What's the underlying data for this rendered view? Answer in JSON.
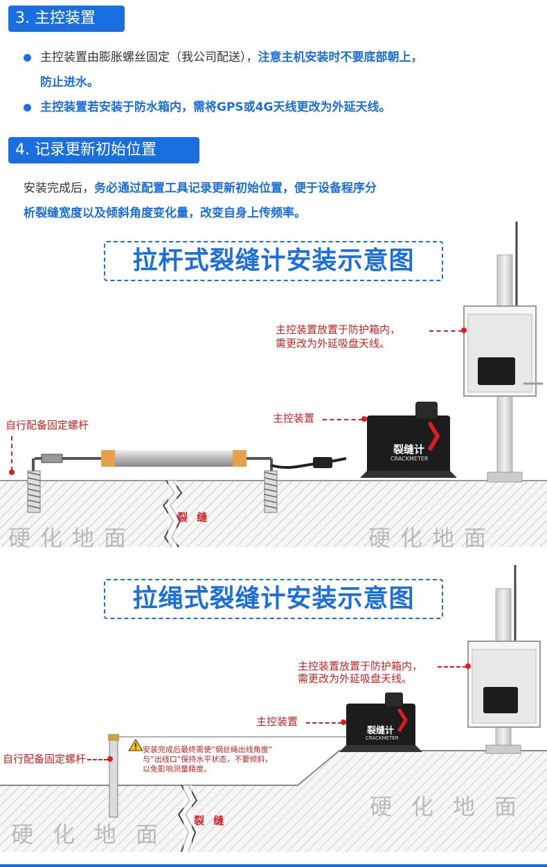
{
  "section3": {
    "tag": "3. 主控装置",
    "bullet1_plain": "主控装置由膨胀螺丝固定（我公司配送），",
    "bullet1_highlight_a": "注意主机安装时不要底部朝上，",
    "bullet1_highlight_b": "防止进水。",
    "bullet2": "主控装置若安装于防水箱内，需将GPS或4G天线更改为外延天线。"
  },
  "section4": {
    "tag": "4. 记录更新初始位置",
    "para_plain": "安装完成后，",
    "para_highlight_a": "务必通过配置工具记录更新初始位置，便于设备程序分",
    "para_highlight_b": "析裂缝宽度以及倾斜角度变化量，改变自身上传频率。"
  },
  "diagram1": {
    "title": "拉杆式裂缝计安装示意图",
    "callout_box_a": "主控装置放置于防护箱内，",
    "callout_box_b": "需更改为外延吸盘天线。",
    "callout_controller": "主控装置",
    "callout_bolt": "自行配备固定螺杆",
    "device_cn": "裂缝计",
    "device_en": "CRACKMETER",
    "crack": "裂 缝",
    "ground_left": "硬化地面",
    "ground_right": "硬化地面"
  },
  "diagram2": {
    "title": "拉绳式裂缝计安装示意图",
    "callout_box_a": "主控装置放置于防护箱内，",
    "callout_box_b": "需更改为外延吸盘天线。",
    "callout_controller": "主控装置",
    "callout_bolt": "自行配备固定螺杆",
    "warning_a": "安装完成后最终需使“钢丝绳出线角度”",
    "warning_b": "与“出线口”保持水平状态，不要倾斜，",
    "warning_c": "以免影响测量精度。",
    "device_cn": "裂缝计",
    "device_en": "CRACKMETER",
    "crack": "裂 缝",
    "ground_left": "硬化地面",
    "ground_right": "硬化地面"
  },
  "colors": {
    "accent": "#1a6fe0",
    "callout": "#d81e1e",
    "device": "#1c1c1c"
  }
}
